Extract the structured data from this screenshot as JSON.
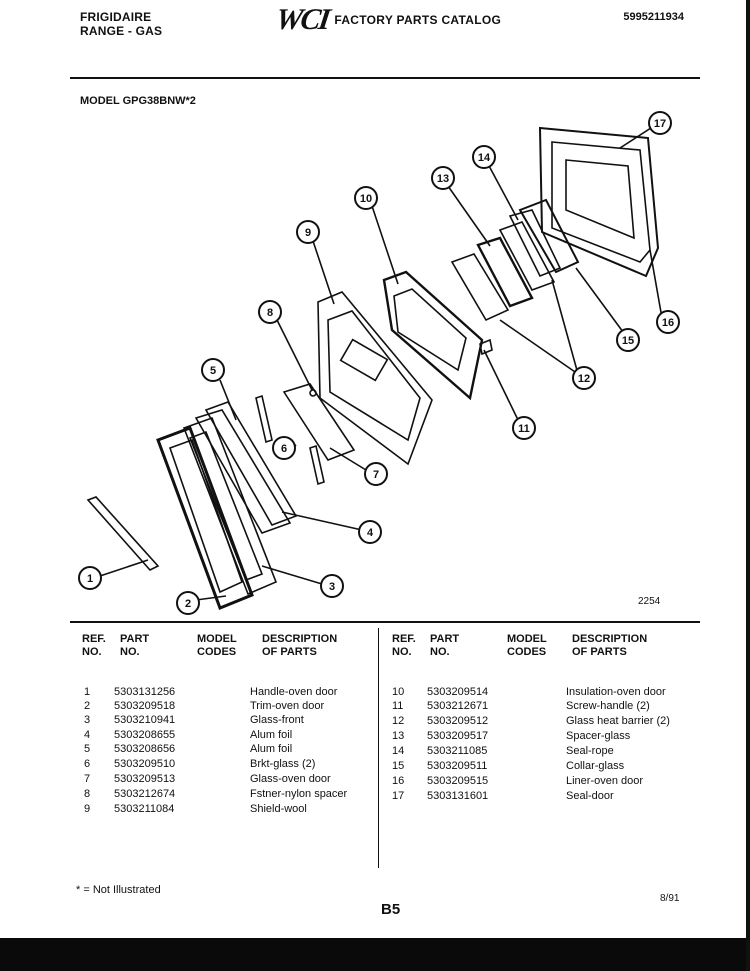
{
  "header": {
    "brand_line1": "FRIGIDAIRE",
    "brand_line2": "RANGE - GAS",
    "logo": "WCI",
    "catalog_title": "FACTORY PARTS CATALOG",
    "catalog_number": "5995211934"
  },
  "model_label": "MODEL GPG38BNW*2",
  "figure_number": "2254",
  "callouts": [
    "1",
    "2",
    "3",
    "4",
    "5",
    "6",
    "7",
    "8",
    "9",
    "10",
    "11",
    "12",
    "13",
    "14",
    "15",
    "16",
    "17"
  ],
  "table_headers": {
    "ref": "REF.",
    "no": "NO.",
    "part": "PART",
    "part_no": "NO.",
    "model": "MODEL",
    "codes": "CODES",
    "desc": "DESCRIPTION",
    "of_parts": "OF PARTS"
  },
  "parts_left": [
    {
      "ref": "1",
      "part": "5303131256",
      "desc": "Handle-oven door"
    },
    {
      "ref": "2",
      "part": "5303209518",
      "desc": "Trim-oven door"
    },
    {
      "ref": "3",
      "part": "5303210941",
      "desc": "Glass-front"
    },
    {
      "ref": "4",
      "part": "5303208655",
      "desc": "Alum foil"
    },
    {
      "ref": "5",
      "part": "5303208656",
      "desc": "Alum foil"
    },
    {
      "ref": "6",
      "part": "5303209510",
      "desc": "Brkt-glass (2)"
    },
    {
      "ref": "7",
      "part": "5303209513",
      "desc": "Glass-oven door"
    },
    {
      "ref": "8",
      "part": "5303212674",
      "desc": "Fstner-nylon spacer"
    },
    {
      "ref": "9",
      "part": "5303211084",
      "desc": "Shield-wool"
    }
  ],
  "parts_right": [
    {
      "ref": "10",
      "part": "5303209514",
      "desc": "Insulation-oven door"
    },
    {
      "ref": "11",
      "part": "5303212671",
      "desc": "Screw-handle (2)"
    },
    {
      "ref": "12",
      "part": "5303209512",
      "desc": "Glass heat barrier (2)"
    },
    {
      "ref": "13",
      "part": "5303209517",
      "desc": "Spacer-glass"
    },
    {
      "ref": "14",
      "part": "5303211085",
      "desc": "Seal-rope"
    },
    {
      "ref": "15",
      "part": "5303209511",
      "desc": "Collar-glass"
    },
    {
      "ref": "16",
      "part": "5303209515",
      "desc": "Liner-oven door"
    },
    {
      "ref": "17",
      "part": "5303131601",
      "desc": "Seal-door"
    }
  ],
  "footnote": "* = Not Illustrated",
  "page_code": "B5",
  "date": "8/91"
}
